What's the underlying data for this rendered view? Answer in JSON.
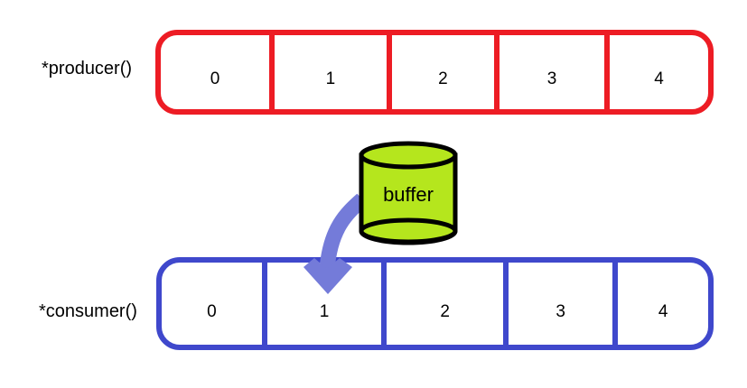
{
  "producer": {
    "label": "*producer()",
    "cells": [
      "0",
      "1",
      "2",
      "3",
      "4"
    ]
  },
  "consumer": {
    "label": "*consumer()",
    "cells": [
      "0",
      "1",
      "2",
      "3",
      "4"
    ]
  },
  "buffer": {
    "label": "buffer"
  },
  "arrow": {
    "from": "buffer",
    "to_cell": "1"
  },
  "colors": {
    "producer_border": "#ed1c24",
    "consumer_border": "#3f48cc",
    "buffer_fill": "#b5e61d",
    "buffer_stroke": "#000000",
    "arrow": "#747bd9",
    "text": "#000000",
    "background": "#ffffff"
  }
}
